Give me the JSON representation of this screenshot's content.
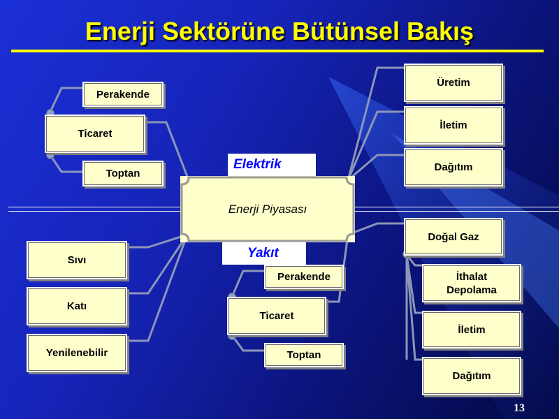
{
  "slide": {
    "title": "Enerji Sektörüne Bütünsel Bakış",
    "page_number": "13",
    "center_label": "Enerji Piyasası",
    "tags": {
      "electric": "Elektrik",
      "fuel": "Yakıt"
    },
    "colors": {
      "title": "#ffff00",
      "box_fill": "#ffffcc",
      "tag_text": "#0000ff",
      "background": "#1624b8"
    }
  },
  "left_top": {
    "top_box": "Perakende",
    "middle_box": "Ticaret",
    "bottom_box": "Toptan"
  },
  "right_top": {
    "box1": "Üretim",
    "box2": "İletim",
    "box3": "Dağıtım"
  },
  "left_bottom": {
    "box1": "Sıvı",
    "box2": "Katı",
    "box3": "Yenilenebilir"
  },
  "center_bottom": {
    "top_box": "Perakende",
    "middle_box": "Ticaret",
    "bottom_box": "Toptan"
  },
  "right_bottom": {
    "parent": "Doğal Gaz",
    "child1_line1": "İthalat",
    "child1_line2": "Depolama",
    "child2": "İletim",
    "child3": "Dağıtım"
  }
}
